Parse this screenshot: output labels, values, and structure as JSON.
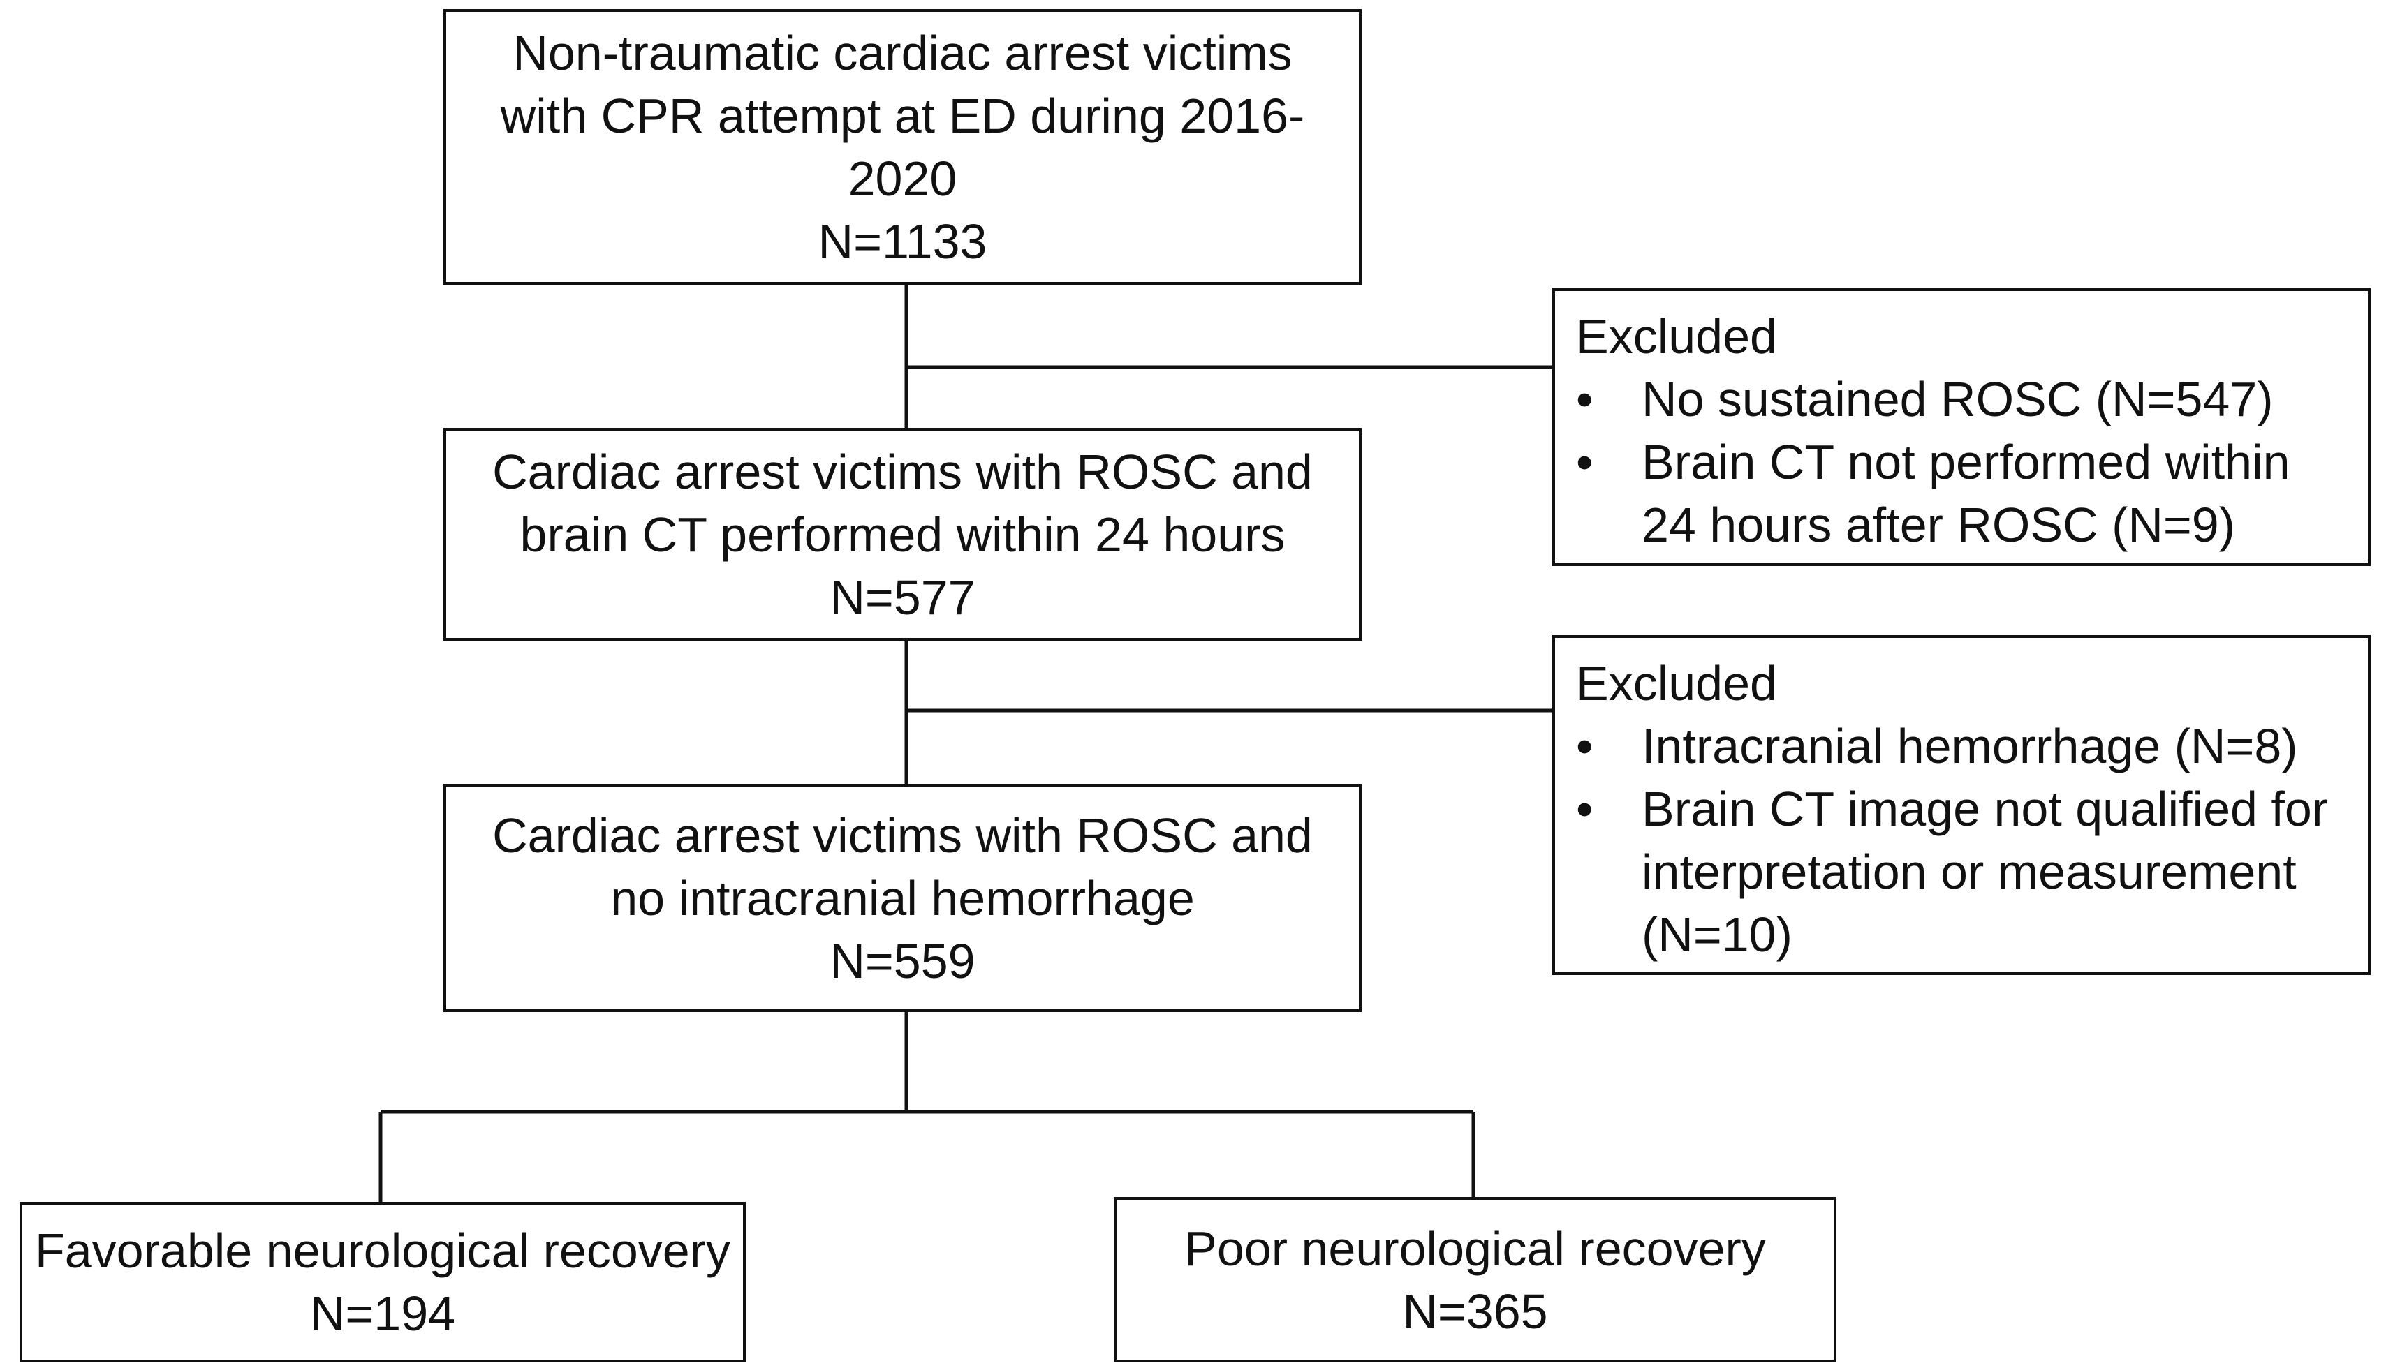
{
  "flowchart": {
    "box1": {
      "lines": [
        "Non-traumatic cardiac arrest victims",
        "with CPR attempt at ED during 2016-",
        "2020"
      ],
      "count": "N=1133"
    },
    "excluded1": {
      "title": "Excluded",
      "bullet": "•",
      "items": [
        {
          "lines": [
            "No sustained ROSC (N=547)"
          ]
        },
        {
          "lines": [
            "Brain CT not performed within",
            "24 hours after ROSC (N=9)"
          ]
        }
      ]
    },
    "box2": {
      "lines": [
        "Cardiac arrest victims with ROSC and",
        "brain CT performed within 24 hours"
      ],
      "count": "N=577"
    },
    "excluded2": {
      "title": "Excluded",
      "bullet": "•",
      "items": [
        {
          "lines": [
            "Intracranial hemorrhage (N=8)"
          ]
        },
        {
          "lines": [
            "Brain CT image not qualified for",
            "interpretation or measurement",
            "(N=10)"
          ]
        }
      ]
    },
    "box3": {
      "lines": [
        "Cardiac arrest victims with ROSC and",
        "no intracranial hemorrhage"
      ],
      "count": "N=559"
    },
    "favorable": {
      "label": "Favorable neurological recovery",
      "count": "N=194"
    },
    "poor": {
      "label": "Poor neurological recovery",
      "count": "N=365"
    }
  }
}
